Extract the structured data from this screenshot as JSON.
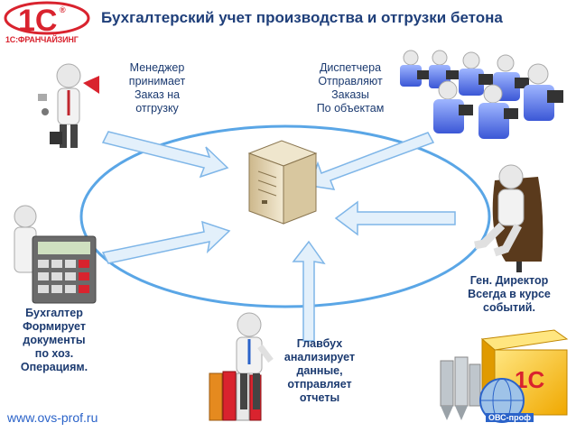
{
  "title": "Бухгалтерский учет производства и отгрузки бетона",
  "logo": {
    "mark": "1С",
    "caption": "1С:ФРАНЧАЙЗИНГ",
    "registered": "®"
  },
  "actors": {
    "manager": {
      "lines": [
        "Менеджер",
        "принимает",
        "Заказ на",
        "отгрузку"
      ]
    },
    "dispatchers": {
      "lines": [
        "Диспетчера",
        "Отправляют",
        "Заказы",
        "По объектам"
      ]
    },
    "director": {
      "lines": [
        "Ген. Директор",
        "Всегда в курсе",
        "событий."
      ]
    },
    "accountant": {
      "lines": [
        "Бухгалтер",
        "Формирует",
        "документы",
        "по хоз.",
        "Операциям."
      ]
    },
    "chief_accountant": {
      "lines": [
        "Главбух",
        "анализирует",
        "данные,",
        "отправляет",
        "отчеты"
      ]
    }
  },
  "footer_url": "www.ovs-prof.ru",
  "ovs_logo": "ОВС-проф",
  "colors": {
    "accent": "#1f3f7a",
    "ring": "#5aa6e6",
    "arrow_fill": "#e3f0fb",
    "arrow_stroke": "#7fb6e8",
    "logo_red": "#d9232e"
  }
}
